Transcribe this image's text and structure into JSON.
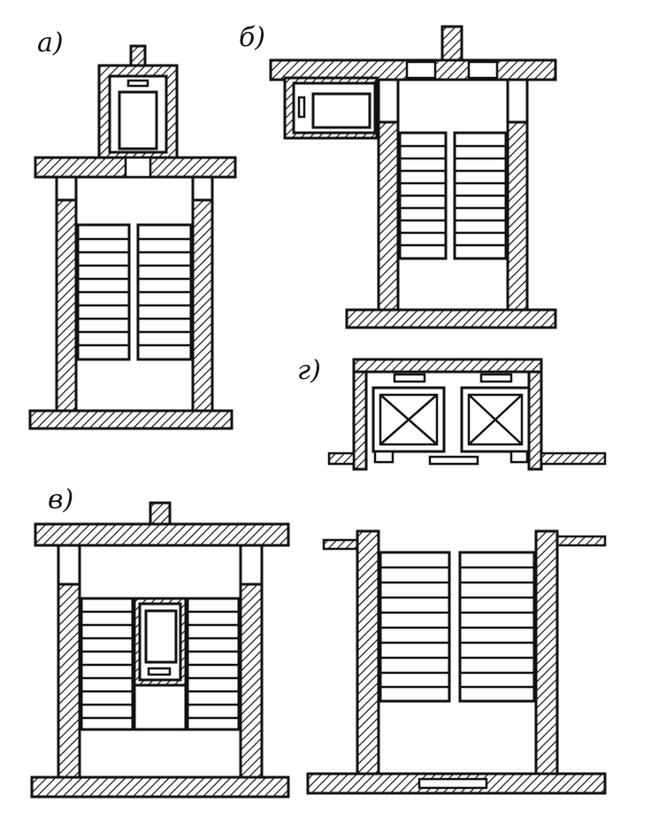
{
  "labels": {
    "a": "а)",
    "b": "б)",
    "v": "в)",
    "g": "г)"
  },
  "colors": {
    "ink": "#111111",
    "paper": "#ffffff"
  }
}
